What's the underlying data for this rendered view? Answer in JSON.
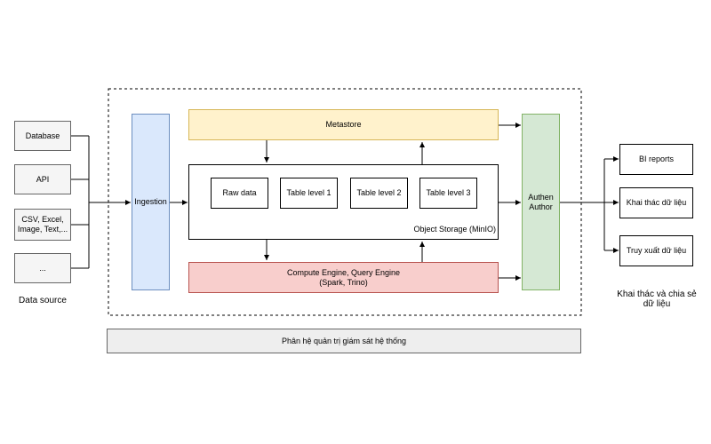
{
  "sources": {
    "items": [
      "Database",
      "API",
      "CSV, Excel,\nImage, Text,...",
      "..."
    ],
    "caption": "Data source"
  },
  "ingestion": "Ingestion",
  "metastore": "Metastore",
  "object_storage": {
    "label": "Object Storage (MinIO)",
    "tables": [
      "Raw data",
      "Table level 1",
      "Table level 2",
      "Table level 3"
    ]
  },
  "compute": {
    "title": "Compute Engine, Query Engine",
    "subtitle": "(Spark, Trino)"
  },
  "auth": "Authen\nAuthor",
  "outputs": {
    "items": [
      "BI reports",
      "Khai thác dữ liệu",
      "Truy xuất dữ liệu"
    ],
    "caption": "Khai thác và chia sẻ\ndữ liệu"
  },
  "monitoring": "Phân hệ quản trị giám sát hệ thống",
  "colors": {
    "ingestion_fill": "#dae8fc",
    "ingestion_stroke": "#6c8ebf",
    "metastore_fill": "#fff2cc",
    "metastore_stroke": "#d6b656",
    "compute_fill": "#f8cecc",
    "compute_stroke": "#b85450",
    "auth_fill": "#d5e8d4",
    "auth_stroke": "#82b366",
    "source_fill": "#f5f5f5",
    "monitor_fill": "#eeeeee"
  }
}
